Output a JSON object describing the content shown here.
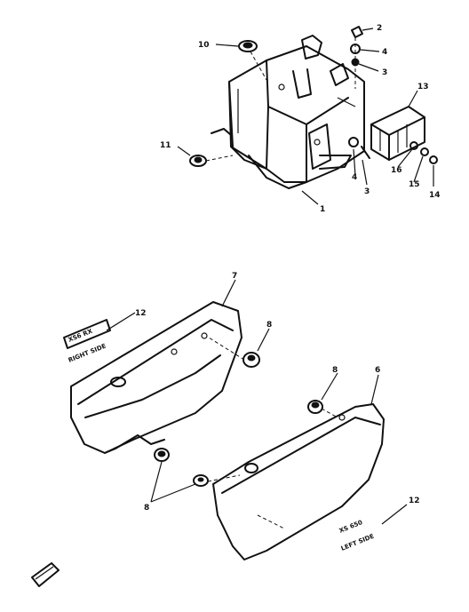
{
  "callouts": {
    "c1": "1",
    "c2": "2",
    "c3a": "3",
    "c3b": "3",
    "c4a": "4",
    "c4b": "4",
    "c6": "6",
    "c7": "7",
    "c8a": "8",
    "c8b": "8",
    "c8c": "8",
    "c10": "10",
    "c11": "11",
    "c12a": "12",
    "c12b": "12",
    "c13": "13",
    "c14": "14",
    "c15": "15",
    "c16": "16"
  },
  "labels": {
    "emblem_left_1": "XS6 RX",
    "emblem_left_2": "RIGHT SIDE",
    "emblem_right_1": "XS 650",
    "emblem_right_2": "LEFT SIDE"
  },
  "colors": {
    "ink": "#111111",
    "paper": "#ffffff"
  }
}
